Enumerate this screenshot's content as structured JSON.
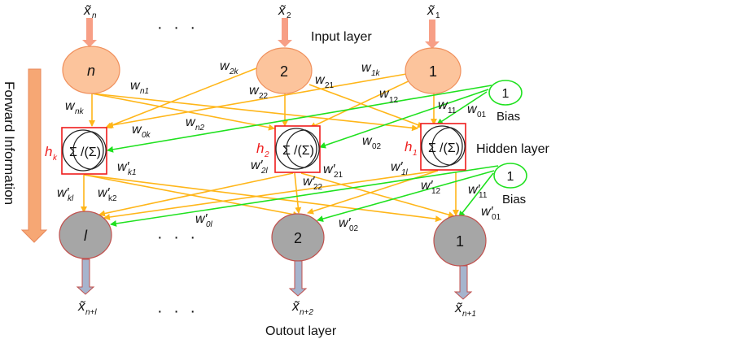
{
  "diagram": {
    "type": "neural-network",
    "colors": {
      "input_node_fill": "#fcc49c",
      "input_node_stroke": "#f0905c",
      "input_arrow": "#f79f86",
      "output_node_fill": "#a6a6a6",
      "output_node_stroke": "#c0504d",
      "output_arrow": "#a6b4cd",
      "weight_edge": "#ffb619",
      "bias_edge": "#1fe11f",
      "hidden_box": "#ee1c1c",
      "forward_arrow": "#f6a774"
    },
    "forward_label": "Forward Information",
    "layers": {
      "input": {
        "label": "Input layer",
        "nodes": [
          {
            "id": "n",
            "text": "n",
            "input": "x̃",
            "input_sub": "n"
          },
          {
            "id": "2",
            "text": "2",
            "input": "x̃",
            "input_sub": "2"
          },
          {
            "id": "1",
            "text": "1",
            "input": "x̃",
            "input_sub": "1"
          }
        ],
        "ellipsis": "· · ·"
      },
      "hidden": {
        "label": "Hidden layer",
        "nodes": [
          {
            "id": "k",
            "name": "h",
            "sub": "k",
            "func": "Σ",
            "act": "/(Σ)"
          },
          {
            "id": "2",
            "name": "h",
            "sub": "2",
            "func": "Σ",
            "act": "/(Σ)"
          },
          {
            "id": "1",
            "name": "h",
            "sub": "1",
            "func": "Σ",
            "act": "/(Σ)"
          }
        ]
      },
      "output": {
        "label": "Outout layer",
        "nodes": [
          {
            "id": "l",
            "text": "l",
            "output": "x̃",
            "output_sub": "n+l"
          },
          {
            "id": "2",
            "text": "2",
            "output": "x̃",
            "output_sub": "n+2"
          },
          {
            "id": "1",
            "text": "1",
            "output": "x̃",
            "output_sub": "n+1"
          }
        ],
        "ellipsis": "· · ·"
      }
    },
    "bias": [
      {
        "text": "1",
        "label": "Bias"
      },
      {
        "text": "1",
        "label": "Bias"
      }
    ],
    "weights_input_hidden": [
      {
        "w": "w",
        "sub": "2k"
      },
      {
        "w": "w",
        "sub": "n1"
      },
      {
        "w": "w",
        "sub": "22"
      },
      {
        "w": "w",
        "sub": "21"
      },
      {
        "w": "w",
        "sub": "1k"
      },
      {
        "w": "w",
        "sub": "nk"
      },
      {
        "w": "w",
        "sub": "12"
      },
      {
        "w": "w",
        "sub": "11"
      },
      {
        "w": "w",
        "sub": "01"
      },
      {
        "w": "w",
        "sub": "0k"
      },
      {
        "w": "w",
        "sub": "n2"
      },
      {
        "w": "w",
        "sub": "02"
      }
    ],
    "weights_hidden_output": [
      {
        "w": "w′",
        "sub": "k1"
      },
      {
        "w": "w′",
        "sub": "2l"
      },
      {
        "w": "w′",
        "sub": "21"
      },
      {
        "w": "w′",
        "sub": "1l"
      },
      {
        "w": "w′",
        "sub": "kl"
      },
      {
        "w": "w′",
        "sub": "k2"
      },
      {
        "w": "w′",
        "sub": "22"
      },
      {
        "w": "w′",
        "sub": "12"
      },
      {
        "w": "w′",
        "sub": "11"
      },
      {
        "w": "w′",
        "sub": "0l"
      },
      {
        "w": "w′",
        "sub": "02"
      },
      {
        "w": "w′",
        "sub": "01"
      }
    ]
  }
}
